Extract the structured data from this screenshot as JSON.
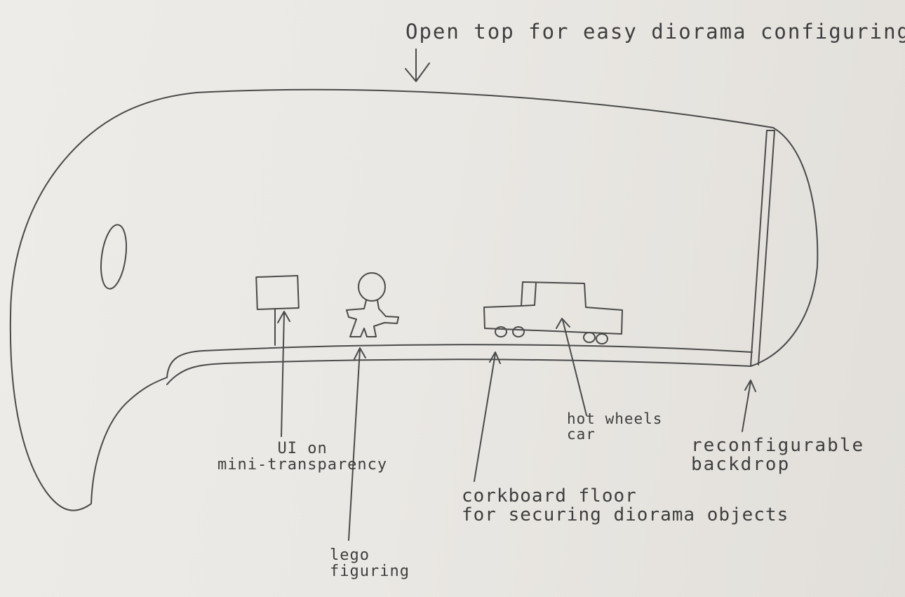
{
  "annotations": {
    "open_top": "Open top for easy diorama configuring",
    "ui_line1": "UI on",
    "ui_line2": "mini-transparency",
    "lego_line1": "lego",
    "lego_line2": "figuring",
    "cork_line1": "corkboard floor",
    "cork_line2": "for securing diorama objects",
    "car_line1": "hot wheels",
    "car_line2": "car",
    "backdrop_line1": "reconfigurable",
    "backdrop_line2": "backdrop"
  }
}
